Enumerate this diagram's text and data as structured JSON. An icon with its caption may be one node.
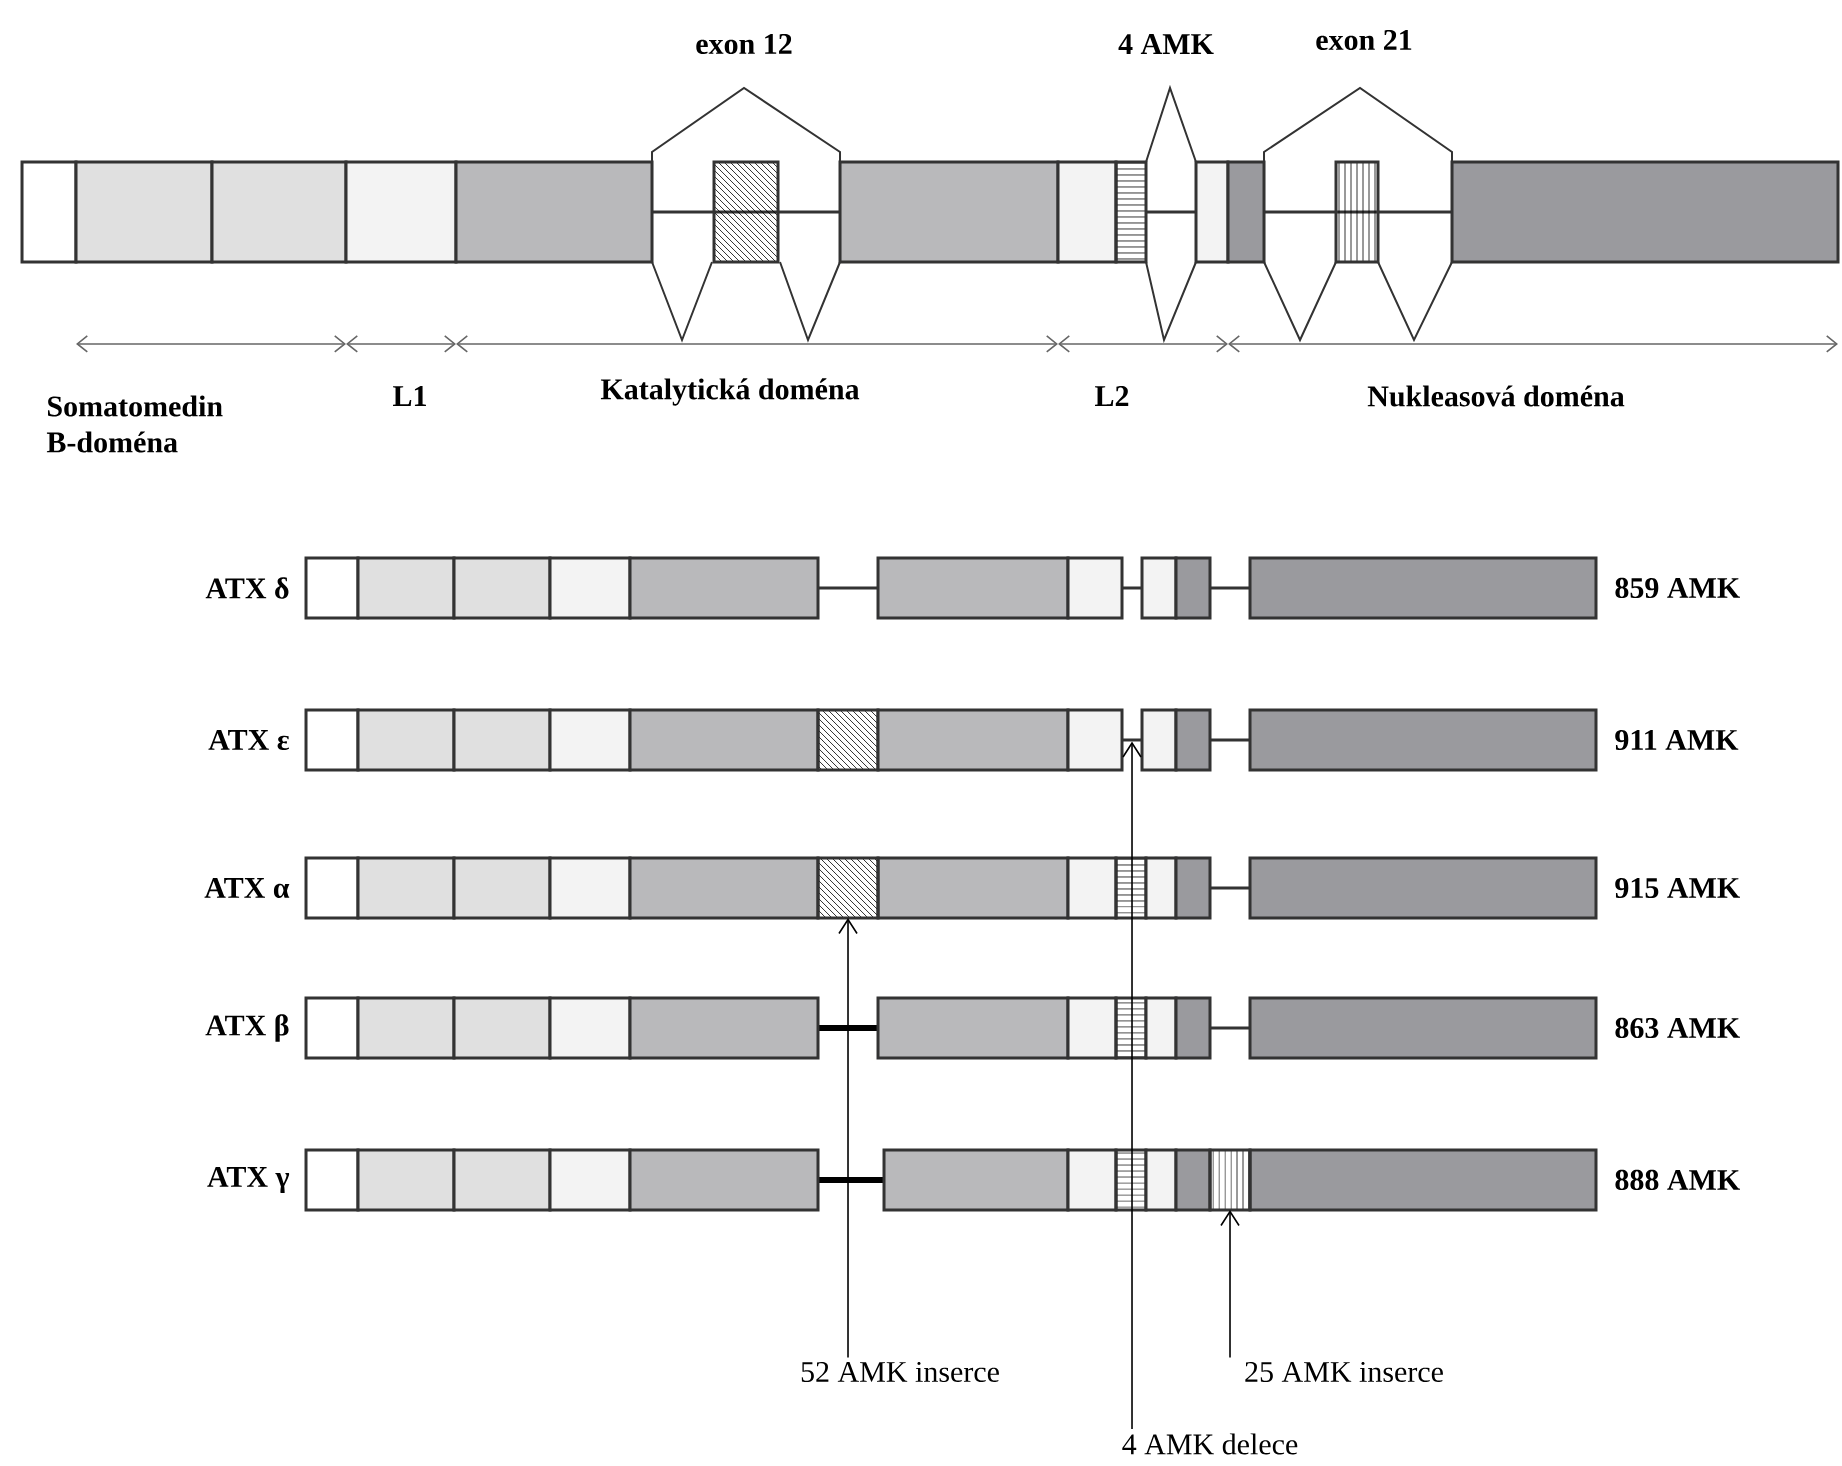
{
  "diagram": {
    "nodes": [
      {
        "text": [
          "52 AMK inserce"
        ]
      },
      {
        "text": [
          "25 AMK inserce"
        ]
      },
      {
        "text": [
          "4 AMK delece"
        ]
      },
      {
        "text": [],
        "shape": "box"
      },
      {
        "text": [],
        "shape": "bar"
      },
      {
        "text": [],
        "shape": "box"
      }
    ],
    "edges": [
      {
        "from": 0,
        "to": 3,
        "arrow": "to"
      },
      {
        "from": 1,
        "to": 5,
        "arrow": "to"
      },
      {
        "from": 2,
        "to": 4,
        "arrow": "to"
      }
    ],
    "labels": [
      "exon 12",
      "4 AMK",
      "exon 21",
      "Somatomedin B-doména",
      "L1",
      "Katalytická doména",
      "L2",
      "Nukleasová doména",
      "ATX δ",
      "859 AMK",
      "ATX ε",
      "911 AMK",
      "ATX α",
      "915 AMK",
      "ATX β",
      "863 AMK",
      "ATX γ",
      "888 AMK"
    ]
  }
}
